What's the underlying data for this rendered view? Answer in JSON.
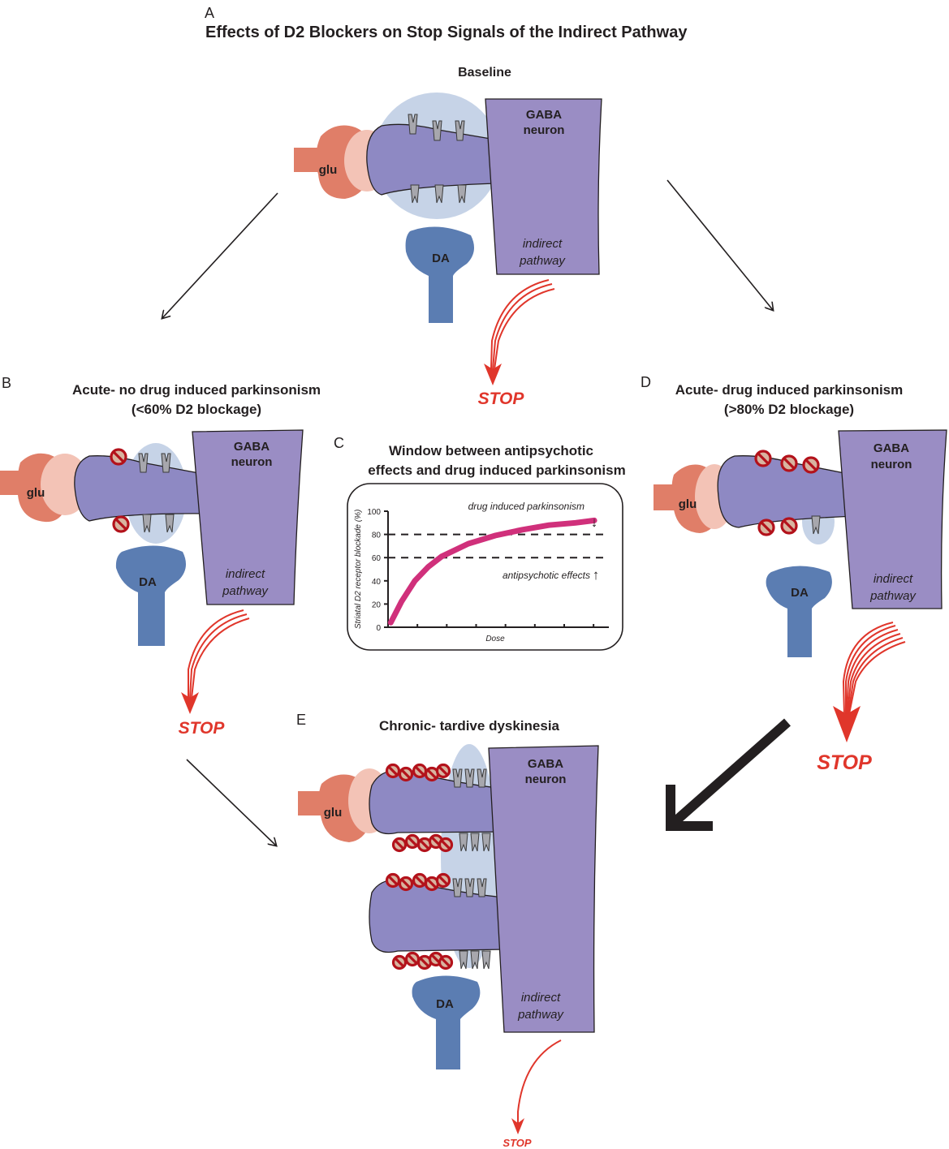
{
  "figure": {
    "label_a": "A",
    "title": "Effects of D2 Blockers on Stop Signals of the Indirect Pathway",
    "colors": {
      "glutamate": "#e07e68",
      "gaba_neuron": "#9a8dc4",
      "dopamine": "#5b7db2",
      "stop_signal": "#e0362b",
      "d2_blocker": "#b3121b",
      "curve": "#d0307b"
    }
  },
  "panels": {
    "baseline": {
      "title": "Baseline",
      "glu": "glu",
      "gaba_line1": "GABA",
      "gaba_line2": "neuron",
      "da": "DA",
      "pathway_line1": "indirect",
      "pathway_line2": "pathway",
      "stop": "STOP"
    },
    "b": {
      "label": "B",
      "title_line1": "Acute- no drug induced parkinsonism",
      "title_line2": "(<60% D2 blockage)",
      "glu": "glu",
      "gaba_line1": "GABA",
      "gaba_line2": "neuron",
      "da": "DA",
      "pathway_line1": "indirect",
      "pathway_line2": "pathway",
      "stop": "STOP"
    },
    "c": {
      "label": "C",
      "title_line1": "Window between antipsychotic",
      "title_line2": "effects and drug induced parkinsonism"
    },
    "d": {
      "label": "D",
      "title_line1": "Acute- drug induced parkinsonism",
      "title_line2": "(>80% D2 blockage)",
      "glu": "glu",
      "gaba_line1": "GABA",
      "gaba_line2": "neuron",
      "da": "DA",
      "pathway_line1": "indirect",
      "pathway_line2": "pathway",
      "stop": "STOP"
    },
    "e": {
      "label": "E",
      "title": "Chronic- tardive dyskinesia",
      "glu": "glu",
      "gaba_line1": "GABA",
      "gaba_line2": "neuron",
      "da": "DA",
      "pathway_line1": "indirect",
      "pathway_line2": "pathway",
      "stop": "STOP"
    }
  },
  "chart_data": {
    "type": "line",
    "title": "Window between antipsychotic effects and drug induced parkinsonism",
    "xlabel": "Dose",
    "ylabel": "Striatal D2 receptor blockade (%)",
    "ylim": [
      0,
      100
    ],
    "yticks": [
      0,
      20,
      40,
      60,
      80,
      100
    ],
    "x_ticks_count": 7,
    "xlim": [
      0,
      8
    ],
    "grid": false,
    "series": [
      {
        "name": "D2 receptor blockade",
        "x": [
          0.1,
          0.5,
          1,
          1.5,
          2,
          3,
          4,
          5,
          6,
          7,
          7.7
        ],
        "values": [
          4,
          22,
          40,
          52,
          61,
          72,
          79,
          84,
          88,
          90,
          92
        ]
      }
    ],
    "thresholds": [
      {
        "value": 80,
        "label": "drug induced parkinsonism",
        "direction": "down"
      },
      {
        "value": 60,
        "label": "antipsychotic effects",
        "direction": "up"
      }
    ]
  }
}
